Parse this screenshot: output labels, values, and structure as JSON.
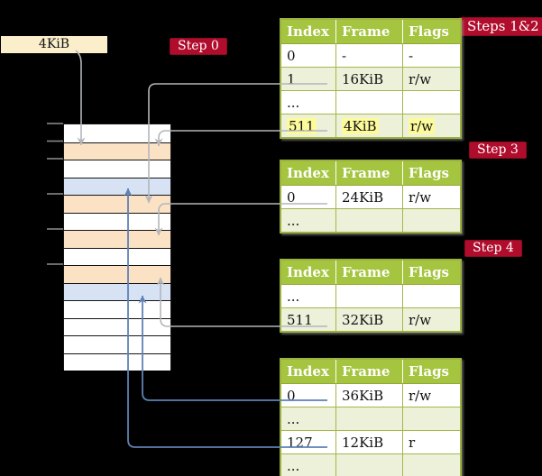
{
  "frame_label": "4KiB",
  "badges": {
    "step0": "Step 0",
    "steps12": "Steps 1&2",
    "step3": "Step 3",
    "step4": "Step 4"
  },
  "table_headers": [
    "Index",
    "Frame",
    "Flags"
  ],
  "page_tables": [
    {
      "name": "page-table-steps-1-2",
      "rows": [
        {
          "index": "0",
          "frame": "-",
          "flags": "-",
          "shaded": false,
          "highlight": false
        },
        {
          "index": "1",
          "frame": "16KiB",
          "flags": "r/w",
          "shaded": true,
          "highlight": false
        },
        {
          "index": "...",
          "frame": "",
          "flags": "",
          "shaded": false,
          "highlight": false
        },
        {
          "index": "511",
          "frame": "4KiB",
          "flags": "r/w",
          "shaded": true,
          "highlight": true
        }
      ]
    },
    {
      "name": "page-table-step-3",
      "rows": [
        {
          "index": "0",
          "frame": "24KiB",
          "flags": "r/w",
          "shaded": false,
          "highlight": false
        },
        {
          "index": "...",
          "frame": "",
          "flags": "",
          "shaded": true,
          "highlight": false
        }
      ]
    },
    {
      "name": "page-table-step-4",
      "rows": [
        {
          "index": "...",
          "frame": "",
          "flags": "",
          "shaded": false,
          "highlight": false
        },
        {
          "index": "511",
          "frame": "32KiB",
          "flags": "r/w",
          "shaded": true,
          "highlight": false
        }
      ]
    },
    {
      "name": "page-table-final",
      "rows": [
        {
          "index": "0",
          "frame": "36KiB",
          "flags": "r/w",
          "shaded": false,
          "highlight": false
        },
        {
          "index": "...",
          "frame": "",
          "flags": "",
          "shaded": true,
          "highlight": false
        },
        {
          "index": "127",
          "frame": "12KiB",
          "flags": "r",
          "shaded": false,
          "highlight": false
        },
        {
          "index": "...",
          "frame": "",
          "flags": "",
          "shaded": true,
          "highlight": false
        }
      ]
    }
  ],
  "memory": {
    "rows": [
      "white",
      "peach",
      "white",
      "blue",
      "peach",
      "white",
      "peach",
      "white",
      "peach",
      "blue",
      "white",
      "white",
      "white",
      "white"
    ]
  },
  "connections": [
    {
      "id": "c-label-4kib",
      "from": "frame-label-4KiB",
      "to": "memory-frame-row-1",
      "color": "gray"
    },
    {
      "id": "c-t1-16kib",
      "from": "table1-entry-1-16KiB",
      "to": "memory-frame-row-4",
      "color": "gray"
    },
    {
      "id": "c-t1-4kib",
      "from": "table1-entry-511-4KiB",
      "to": "memory-frame-row-1",
      "color": "gray"
    },
    {
      "id": "c-t2-24kib",
      "from": "table2-entry-0-24KiB",
      "to": "memory-frame-row-6",
      "color": "gray"
    },
    {
      "id": "c-t3-32kib",
      "from": "table3-entry-511-32KiB",
      "to": "memory-frame-row-8",
      "color": "gray"
    },
    {
      "id": "c-t4-36kib",
      "from": "table4-entry-0-36KiB",
      "to": "memory-frame-row-9",
      "color": "blue"
    },
    {
      "id": "c-t4-12kib",
      "from": "table4-entry-127-12KiB",
      "to": "memory-frame-row-3",
      "color": "blue"
    }
  ],
  "colors": {
    "background": "#000000",
    "frame_label_bg": "#faeecb",
    "badge_bg": "#b00d2d",
    "badge_text": "#ffffff",
    "table_header_bg": "#a5c43f",
    "table_shaded_row": "#edf1da",
    "table_border": "#a2b748",
    "highlight_yellow": "#fcfa9b",
    "mem_peach": "#fce2c4",
    "mem_blue": "#d7e3f4",
    "arrow_gray": "#b3b6ba",
    "arrow_blue": "#5f81b5",
    "tick_gray": "#8f8f8f"
  }
}
